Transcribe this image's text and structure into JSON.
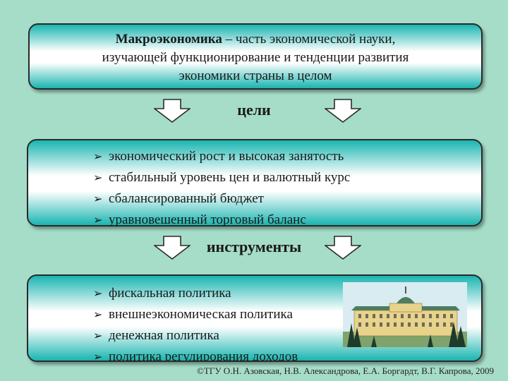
{
  "definition": {
    "term": "Макроэкономика",
    "rest_line1": " – часть экономической науки,",
    "line2": "изучающей функционирование и тенденции развития",
    "line3": "экономики страны в целом"
  },
  "goals": {
    "label": "цели",
    "items": [
      "экономический рост и высокая занятость",
      "стабильный уровень цен и валютный курс",
      "сбалансированный бюджет",
      "уравновешенный торговый баланс"
    ]
  },
  "tools": {
    "label": "инструменты",
    "items": [
      "фискальная политика",
      "внешнеэкономическая политика",
      "денежная политика",
      "политика регулирования доходов"
    ]
  },
  "bullet_marker": "➢",
  "footer": "©ТГУ  О.Н. Азовская, Н.В. Александрова, Е.А. Боргардт, В.Г. Капрова, 2009",
  "colors": {
    "background": "#a6ddc9",
    "box_gradient_edge": "#1ab5b0",
    "box_gradient_center": "#ffffff"
  },
  "icons": {
    "arrow": "down-arrow-icon",
    "image": "building-illustration"
  }
}
